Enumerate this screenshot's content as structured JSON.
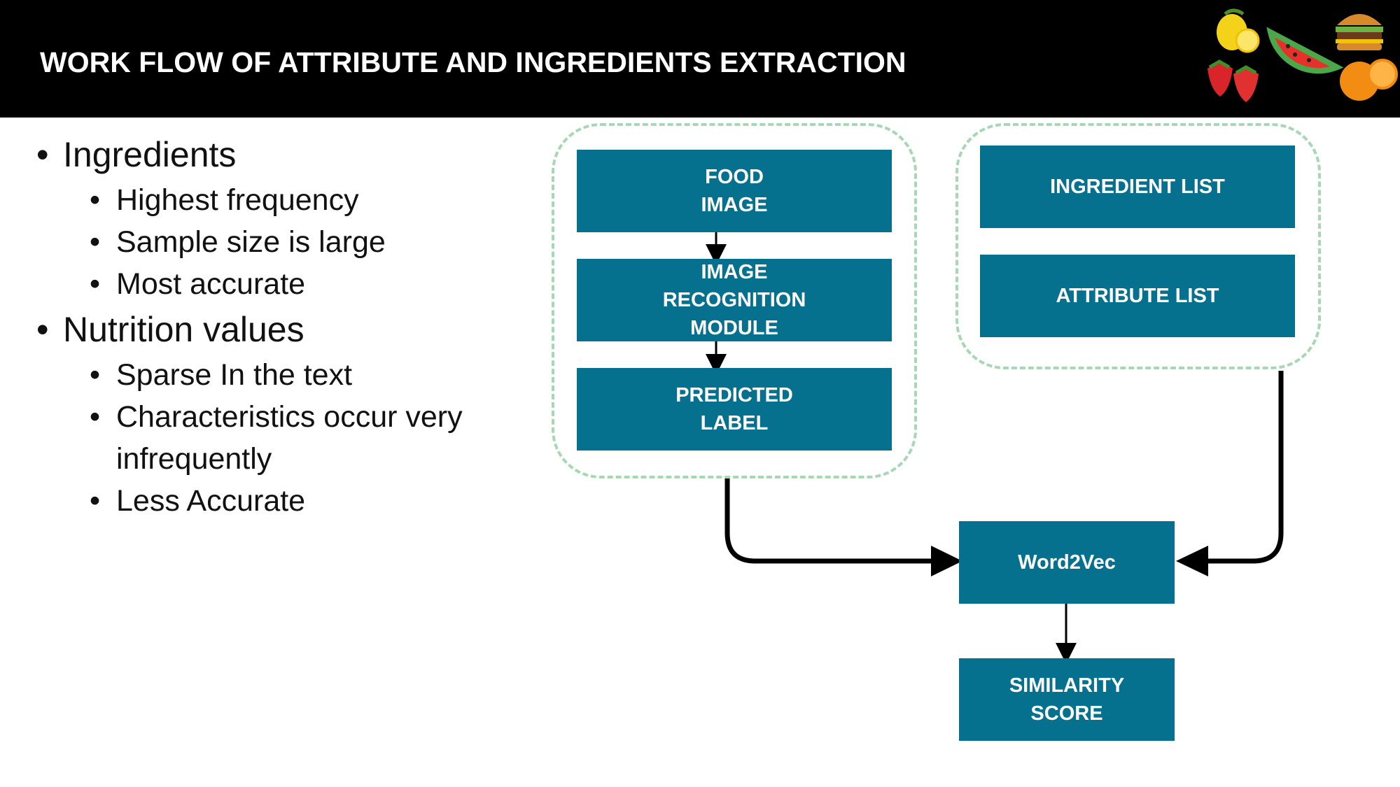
{
  "title": "WORK FLOW OF ATTRIBUTE AND INGREDIENTS EXTRACTION",
  "bullets": {
    "ingredients": {
      "label": "Ingredients",
      "items": [
        "Highest frequency",
        "Sample size is large",
        "Most accurate"
      ]
    },
    "nutrition": {
      "label": "Nutrition values",
      "items": [
        "Sparse In the text",
        "Characteristics occur very",
        "infrequently",
        "Less Accurate"
      ]
    }
  },
  "diagram": {
    "food_image": [
      "FOOD",
      "IMAGE"
    ],
    "image_recognition": [
      "IMAGE",
      "RECOGNITION",
      "MODULE"
    ],
    "predicted_label": [
      "PREDICTED",
      "LABEL"
    ],
    "ingredient_list": "INGREDIENT LIST",
    "attribute_list": "ATTRIBUTE LIST",
    "word2vec": "Word2Vec",
    "similarity_score": [
      "SIMILARITY",
      "SCORE"
    ]
  },
  "colors": {
    "box": "#05718f",
    "group_border": "#a7d8b5",
    "header": "#000000"
  },
  "icons": [
    "lemon-icon",
    "watermelon-icon",
    "burger-icon",
    "strawberry-icon",
    "orange-icon"
  ]
}
